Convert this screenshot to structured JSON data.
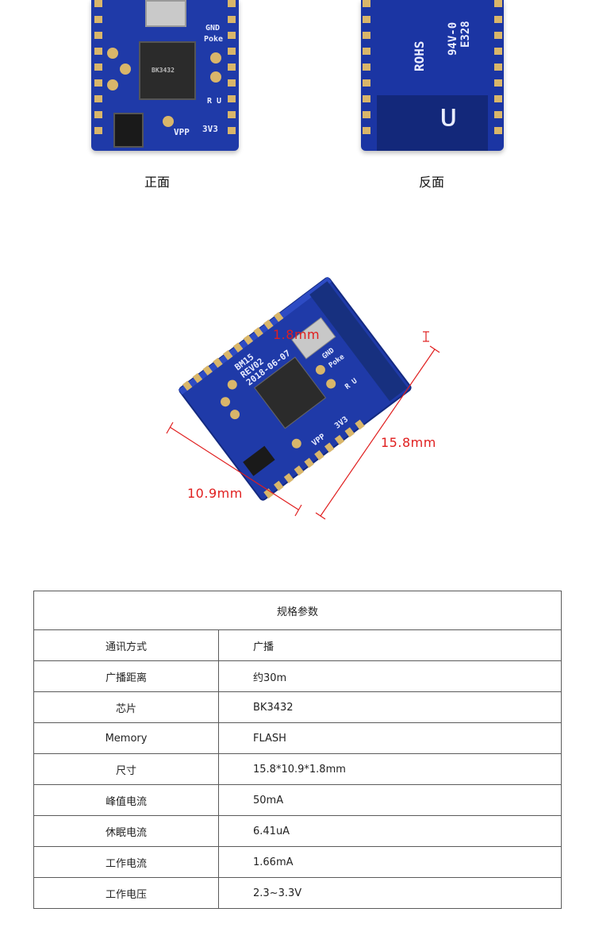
{
  "photos": {
    "front_caption": "正面",
    "back_caption": "反面",
    "front_silk": [
      "GND",
      "Poke",
      "R U",
      "VPP",
      "3V3"
    ],
    "back_silk": [
      "ROHS",
      "94V-0",
      "E328"
    ],
    "chip_marking": "BK3432"
  },
  "diagram": {
    "board_silk": [
      "BM15",
      "REV02",
      "2018-06-07",
      "GND",
      "Poke",
      "R U",
      "VPP",
      "3V3"
    ],
    "dim_height": "1.8mm",
    "dim_length": "15.8mm",
    "dim_width": "10.9mm"
  },
  "specs": {
    "title": "规格参数",
    "rows": [
      {
        "key": "通讯方式",
        "value": "广播"
      },
      {
        "key": "广播距离",
        "value": "约30m"
      },
      {
        "key": "芯片",
        "value": "BK3432"
      },
      {
        "key": "Memory",
        "value": "FLASH"
      },
      {
        "key": "尺寸",
        "value": "15.8*10.9*1.8mm"
      },
      {
        "key": "峰值电流",
        "value": "50mA"
      },
      {
        "key": "休眠电流",
        "value": "6.41uA"
      },
      {
        "key": "工作电流",
        "value": "1.66mA"
      },
      {
        "key": "工作电压",
        "value": "2.3~3.3V"
      }
    ]
  },
  "colors": {
    "pcb": "#1f3aa8",
    "pads": "#d9b66a",
    "dimension": "#e01e1e",
    "table_border": "#5a5a5a"
  }
}
